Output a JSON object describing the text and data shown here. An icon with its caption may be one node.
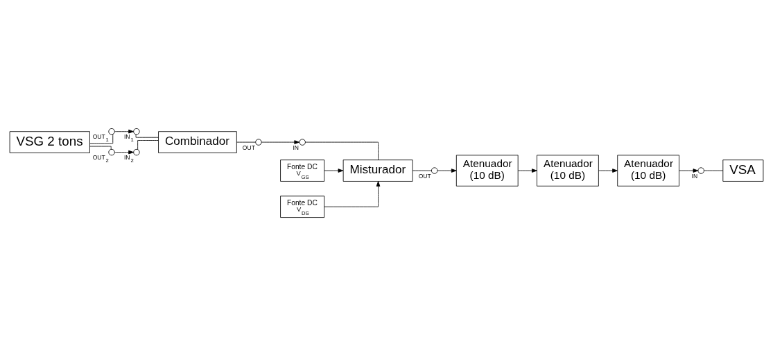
{
  "diagram": {
    "nodes": [
      {
        "text": [
          "VSG 2 tons"
        ]
      },
      {
        "text": [],
        "shape": "circle",
        "beside": [
          "OUT$_{1}$"
        ]
      },
      {
        "text": [],
        "shape": "circle",
        "beside": [
          "OUT$_{2}$"
        ]
      },
      {
        "text": [],
        "shape": "circle",
        "beside": [
          "IN$_{1}$"
        ]
      },
      {
        "text": [],
        "shape": "circle",
        "beside": [
          "IN$_{2}$"
        ]
      },
      {
        "text": [
          "Combinador"
        ]
      },
      {
        "text": [],
        "shape": "circle",
        "beside": [
          "OUT"
        ]
      },
      {
        "text": [],
        "shape": "circle",
        "beside": [
          "IN"
        ]
      },
      {
        "text": [
          "Fonte DC",
          "V$_{GS}$"
        ]
      },
      {
        "text": [
          "Fonte DC",
          "V$_{DS}$"
        ]
      },
      {
        "text": [
          "Misturador"
        ]
      },
      {
        "text": [],
        "shape": "circle",
        "beside": [
          "OUT"
        ]
      },
      {
        "text": [
          "Atenuador (10 dB)"
        ]
      },
      {
        "text": [
          "Atenuador (10 dB)"
        ]
      },
      {
        "text": [
          "Atenuador (10 dB)"
        ]
      },
      {
        "text": [],
        "shape": "circle",
        "beside": [
          "IN"
        ]
      },
      {
        "text": [
          "VSA"
        ]
      }
    ],
    "edges": [
      {
        "from": 0,
        "to": 1,
        "arrow": "none"
      },
      {
        "from": 0,
        "to": 2,
        "arrow": "none"
      },
      {
        "from": 1,
        "to": 3,
        "arrow": "to"
      },
      {
        "from": 2,
        "to": 4,
        "arrow": "to"
      },
      {
        "from": 3,
        "to": 5,
        "arrow": "none"
      },
      {
        "from": 4,
        "to": 5,
        "arrow": "none"
      },
      {
        "from": 5,
        "to": 6,
        "arrow": "none"
      },
      {
        "from": 6,
        "to": 7,
        "arrow": "to"
      },
      {
        "from": 7,
        "to": 10,
        "arrow": "none"
      },
      {
        "from": 8,
        "to": 10,
        "arrow": "to"
      },
      {
        "from": 9,
        "to": 10,
        "arrow": "to"
      },
      {
        "from": 10,
        "to": 11,
        "arrow": "none"
      },
      {
        "from": 11,
        "to": 12,
        "arrow": "to"
      },
      {
        "from": 12,
        "to": 13,
        "arrow": "to"
      },
      {
        "from": 13,
        "to": 14,
        "arrow": "to"
      },
      {
        "from": 14,
        "to": 15,
        "arrow": "to"
      },
      {
        "from": 15,
        "to": 16,
        "arrow": "none"
      }
    ]
  }
}
